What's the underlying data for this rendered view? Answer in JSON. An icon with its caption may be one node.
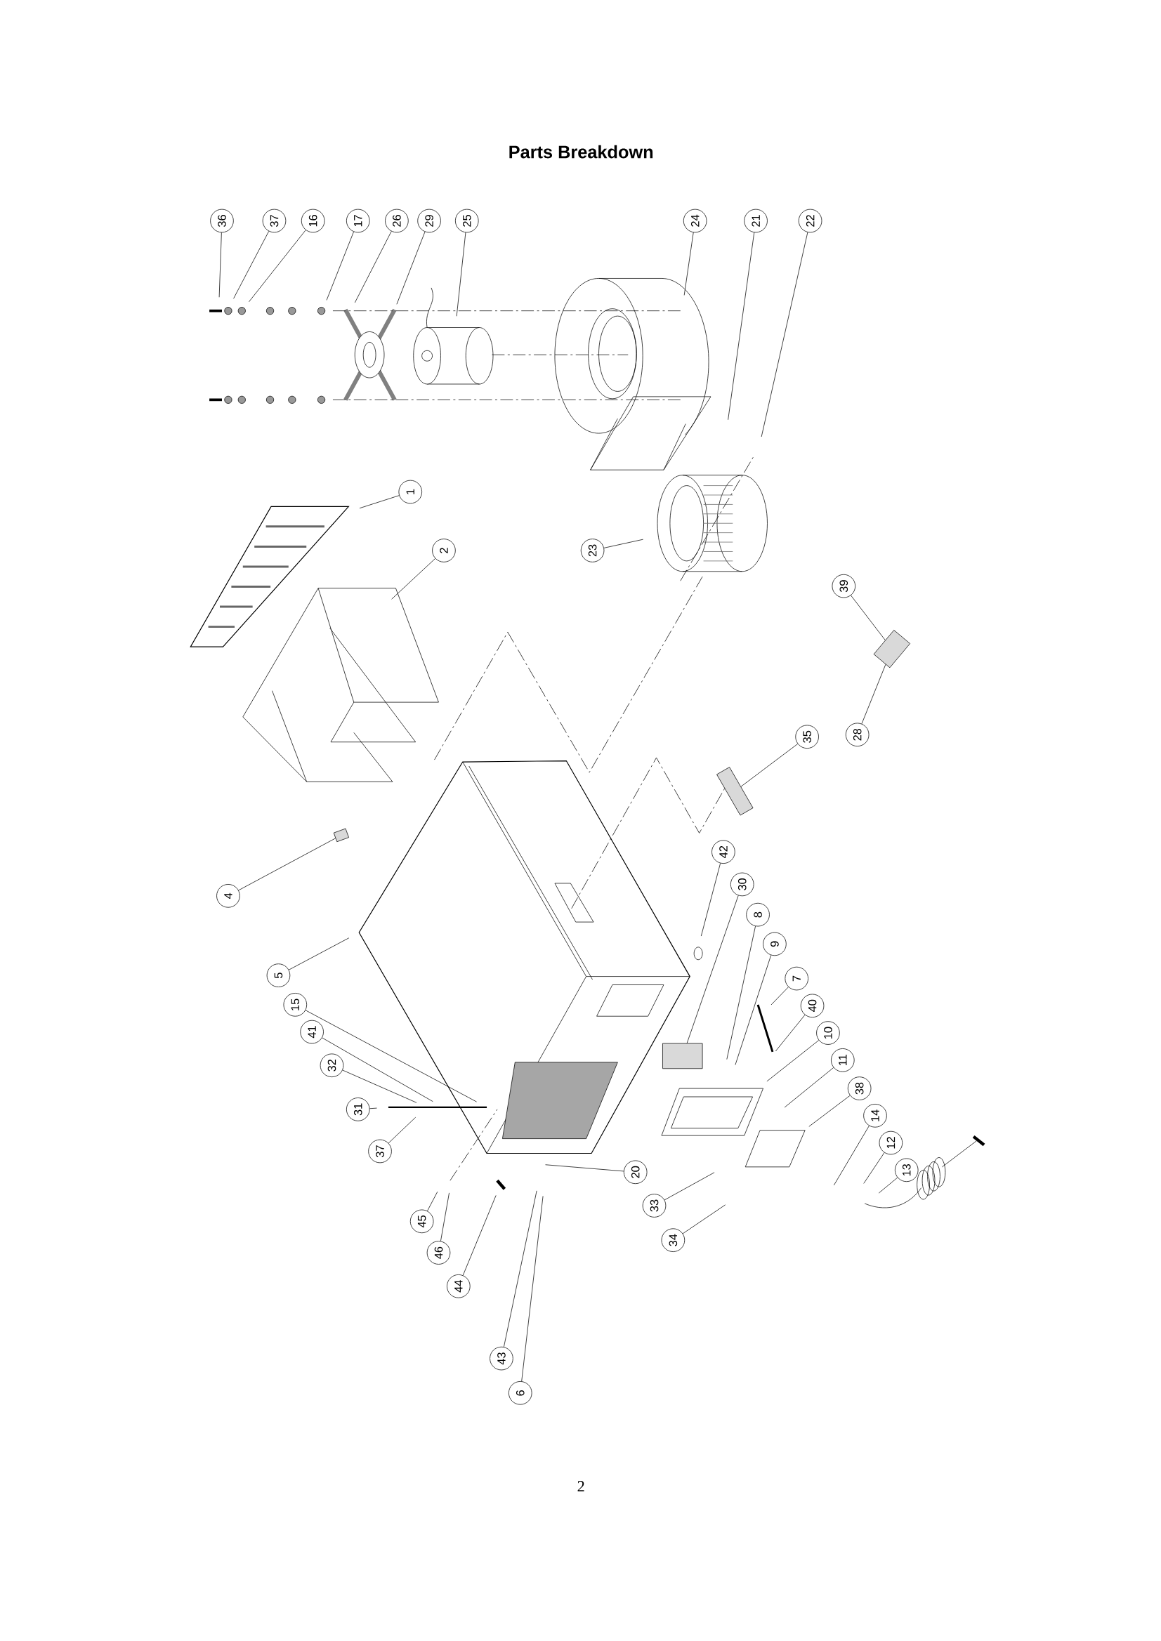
{
  "diagram": {
    "title": "Parts Breakdown",
    "nodes": [
      {
        "text": [
          "36"
        ]
      },
      {
        "text": [
          "37"
        ]
      },
      {
        "text": [
          "16"
        ]
      },
      {
        "text": [
          "17"
        ]
      },
      {
        "text": [
          "26"
        ]
      },
      {
        "text": [
          "29"
        ]
      },
      {
        "text": [
          "25"
        ]
      },
      {
        "text": [
          "24"
        ]
      },
      {
        "text": [
          "21"
        ]
      },
      {
        "text": [
          "22"
        ]
      },
      {
        "text": [
          "1"
        ]
      },
      {
        "text": [
          "2"
        ]
      },
      {
        "text": [
          "23"
        ]
      },
      {
        "text": [
          "39"
        ]
      },
      {
        "text": [
          "28"
        ]
      },
      {
        "text": [
          "35"
        ]
      },
      {
        "text": [
          "4"
        ]
      },
      {
        "text": [
          "42"
        ]
      },
      {
        "text": [
          "30"
        ]
      },
      {
        "text": [
          "8"
        ]
      },
      {
        "text": [
          "9"
        ]
      },
      {
        "text": [
          "7"
        ]
      },
      {
        "text": [
          "40"
        ]
      },
      {
        "text": [
          "10"
        ]
      },
      {
        "text": [
          "11"
        ]
      },
      {
        "text": [
          "38"
        ]
      },
      {
        "text": [
          "14"
        ]
      },
      {
        "text": [
          "12"
        ]
      },
      {
        "text": [
          "13"
        ]
      },
      {
        "text": [
          "5"
        ]
      },
      {
        "text": [
          "15"
        ]
      },
      {
        "text": [
          "41"
        ]
      },
      {
        "text": [
          "32"
        ]
      },
      {
        "text": [
          "31"
        ]
      },
      {
        "text": [
          "37"
        ]
      },
      {
        "text": [
          "20"
        ]
      },
      {
        "text": [
          "33"
        ]
      },
      {
        "text": [
          "34"
        ]
      },
      {
        "text": [
          "45"
        ]
      },
      {
        "text": [
          "46"
        ]
      },
      {
        "text": [
          "44"
        ]
      },
      {
        "text": [
          "43"
        ]
      },
      {
        "text": [
          "6"
        ]
      },
      {
        "text": [],
        "shape": "box"
      },
      {
        "text": [],
        "shape": "box"
      },
      {
        "text": [],
        "shape": "box"
      },
      {
        "text": [],
        "shape": "box"
      }
    ],
    "edges": [
      {
        "from": 0,
        "to": null,
        "arrow": "none"
      },
      {
        "from": 1,
        "to": null,
        "arrow": "none"
      },
      {
        "from": 2,
        "to": null,
        "arrow": "none"
      },
      {
        "from": 3,
        "to": null,
        "arrow": "none"
      },
      {
        "from": 4,
        "to": null,
        "arrow": "none"
      },
      {
        "from": 5,
        "to": null,
        "arrow": "none"
      },
      {
        "from": 6,
        "to": null,
        "arrow": "none"
      },
      {
        "from": 7,
        "to": null,
        "arrow": "none"
      },
      {
        "from": 8,
        "to": null,
        "arrow": "none"
      },
      {
        "from": 9,
        "to": null,
        "arrow": "none"
      },
      {
        "from": 10,
        "to": null,
        "arrow": "none"
      },
      {
        "from": 11,
        "to": null,
        "arrow": "none"
      },
      {
        "from": 12,
        "to": null,
        "arrow": "none"
      },
      {
        "from": 13,
        "to": 43,
        "arrow": "none"
      },
      {
        "from": 14,
        "to": 43,
        "arrow": "none"
      },
      {
        "from": 15,
        "to": 44,
        "arrow": "none"
      },
      {
        "from": 16,
        "to": 45,
        "arrow": "none"
      },
      {
        "from": 17,
        "to": null,
        "arrow": "none"
      },
      {
        "from": 18,
        "to": 46,
        "arrow": "none"
      },
      {
        "from": 19,
        "to": null,
        "arrow": "none"
      },
      {
        "from": 20,
        "to": null,
        "arrow": "none"
      },
      {
        "from": 21,
        "to": null,
        "arrow": "none"
      },
      {
        "from": 22,
        "to": null,
        "arrow": "none"
      },
      {
        "from": 23,
        "to": null,
        "arrow": "none"
      },
      {
        "from": 24,
        "to": null,
        "arrow": "none"
      },
      {
        "from": 25,
        "to": null,
        "arrow": "none"
      },
      {
        "from": 26,
        "to": null,
        "arrow": "none"
      },
      {
        "from": 27,
        "to": null,
        "arrow": "none"
      },
      {
        "from": 28,
        "to": null,
        "arrow": "none"
      },
      {
        "from": 29,
        "to": null,
        "arrow": "none"
      },
      {
        "from": 30,
        "to": null,
        "arrow": "none"
      },
      {
        "from": 31,
        "to": null,
        "arrow": "none"
      },
      {
        "from": 32,
        "to": null,
        "arrow": "none"
      },
      {
        "from": 33,
        "to": null,
        "arrow": "none"
      },
      {
        "from": 34,
        "to": null,
        "arrow": "none"
      },
      {
        "from": 35,
        "to": null,
        "arrow": "none"
      },
      {
        "from": 36,
        "to": null,
        "arrow": "none"
      },
      {
        "from": 37,
        "to": null,
        "arrow": "none"
      },
      {
        "from": 38,
        "to": null,
        "arrow": "none"
      },
      {
        "from": 39,
        "to": null,
        "arrow": "none"
      },
      {
        "from": 40,
        "to": null,
        "arrow": "none"
      },
      {
        "from": 41,
        "to": null,
        "arrow": "none"
      },
      {
        "from": 42,
        "to": null,
        "arrow": "none"
      }
    ],
    "labels": [
      "2"
    ]
  }
}
